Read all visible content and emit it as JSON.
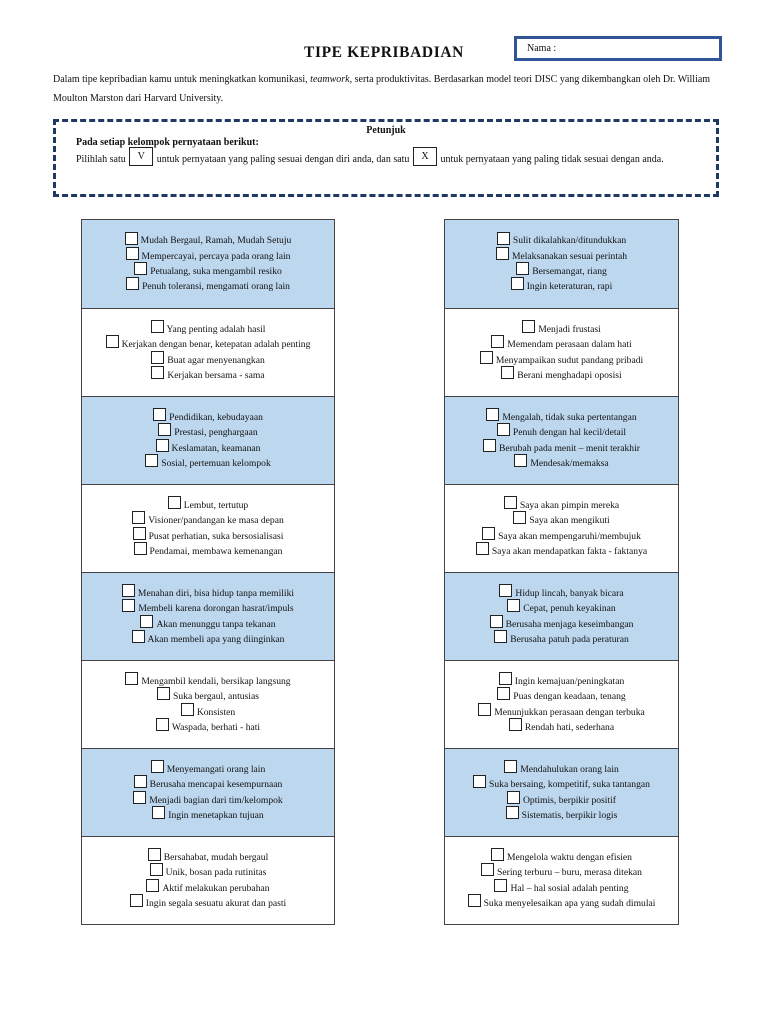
{
  "title": "TIPE KEPRIBADIAN",
  "name_label": "Nama :",
  "intro": {
    "before": "Dalam tipe kepribadian kamu untuk meningkatkan komunikasi, ",
    "italic": "teamwork",
    "after": ", serta produktivitas. Berdasarkan model teori DISC yang dikembangkan oleh Dr. William Moulton Marston dari Harvard University."
  },
  "instructions": {
    "heading": "Petunjuk",
    "subheading": "Pada setiap kelompok pernyataan berikut:",
    "text_1": "Pilihlah satu",
    "mark_v": "V",
    "text_2": "untuk pernyataan yang paling sesuai dengan diri anda, dan satu",
    "mark_x": "X",
    "text_3": "untuk pernyataan yang paling tidak sesuai dengan anda."
  },
  "left_groups": [
    [
      "Mudah Bergaul, Ramah, Mudah Setuju",
      "Mempercayai, percaya pada orang lain",
      "Petualang, suka mengambil resiko",
      "Penuh toleransi, mengamati orang lain"
    ],
    [
      "Yang penting adalah hasil",
      "Kerjakan dengan benar, ketepatan adalah penting",
      "Buat agar menyenangkan",
      "Kerjakan bersama - sama"
    ],
    [
      "Pendidikan, kebudayaan",
      "Prestasi, penghargaan",
      "Keslamatan, keamanan",
      "Sosial, pertemuan kelompok"
    ],
    [
      "Lembut, tertutup",
      "Visioner/pandangan ke masa depan",
      "Pusat perhatian, suka bersosialisasi",
      "Pendamai, membawa kemenangan"
    ],
    [
      "Menahan diri, bisa hidup tanpa memiliki",
      "Membeli karena dorongan hasrat/impuls",
      "Akan menunggu tanpa tekanan",
      "Akan membeli apa yang diinginkan"
    ],
    [
      "Mengambil kendali, bersikap langsung",
      "Suka bergaul, antusias",
      "Konsisten",
      "Waspada, berhati - hati"
    ],
    [
      "Menyemangati orang lain",
      "Berusaha mencapai kesempurnaan",
      "Menjadi bagian dari tim/kelompok",
      "Ingin menetapkan tujuan"
    ],
    [
      "Bersahabat, mudah bergaul",
      "Unik, bosan pada rutinitas",
      "Aktif melakukan perubahan",
      "Ingin segala sesuatu akurat dan pasti"
    ]
  ],
  "right_groups": [
    [
      "Sulit dikalahkan/ditundukkan",
      "Melaksanakan sesuai perintah",
      "Bersemangat, riang",
      "Ingin keteraturan, rapi"
    ],
    [
      "Menjadi frustasi",
      "Memendam perasaan dalam hati",
      "Menyampaikan sudut pandang pribadi",
      "Berani menghadapi oposisi"
    ],
    [
      "Mengalah, tidak suka pertentangan",
      "Penuh dengan hal kecil/detail",
      "Berubah pada menit – menit terakhir",
      "Mendesak/memaksa"
    ],
    [
      "Saya akan pimpin mereka",
      "Saya akan mengikuti",
      "Saya akan mempengaruhi/membujuk",
      "Saya akan mendapatkan fakta - faktanya"
    ],
    [
      "Hidup lincah, banyak bicara",
      "Cepat, penuh keyakinan",
      "Berusaha menjaga keseimbangan",
      "Berusaha patuh pada peraturan"
    ],
    [
      "Ingin kemajuan/peningkatan",
      "Puas dengan keadaan, tenang",
      "Menunjukkan perasaan dengan terbuka",
      "Rendah hati, sederhana"
    ],
    [
      "Mendahulukan orang lain",
      "Suka bersaing, kompetitif, suka tantangan",
      "Optimis, berpikir positif",
      "Sistematis, berpikir logis"
    ],
    [
      "Mengelola waktu dengan efisien",
      "Sering terburu – buru, merasa ditekan",
      "Hal – hal sosial adalah penting",
      "Suka menyelesaikan apa yang sudah dimulai"
    ]
  ],
  "colors": {
    "shade": "#bdd7ee",
    "name_border": "#2f5597",
    "dash_border": "#1f3864"
  }
}
